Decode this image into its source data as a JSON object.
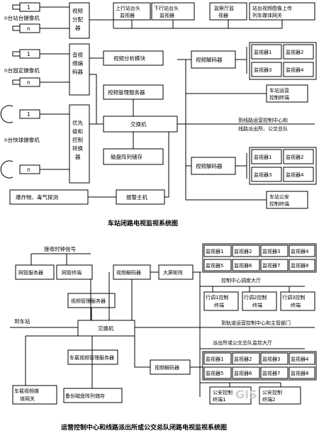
{
  "d1": {
    "cam_num": "1",
    "cam_n": "n",
    "cam_group_station": "n台站台摄像机",
    "cam_group_fixed": "n台固定摄像机",
    "cam_group_dome": "n台快球摄像机",
    "video_distributor": "视频分配器",
    "av_encoder": "音视频编码器",
    "priority_switch": "优先级和控制转换器",
    "monitor_up": "上行站台头监视器",
    "monitor_down": "下行站台头监视器",
    "monitor_hall": "监察厅监视器",
    "upload": "站台视频图像上传列车媒体网关",
    "analysis": "视频分析模块",
    "mgmt_server": "视频管理服务器",
    "switch": "交换机",
    "disk_array": "磁盘阵列储存",
    "alarm_host": "报警主机",
    "detector": "爆炸物、毒气探测",
    "decoder": "视频解码器",
    "monitors": [
      "监视器1",
      "监视器2",
      "监视器3",
      "监视器4"
    ],
    "ops_terminal": "车站运营控制终端",
    "security_terminal": "车站公安控制终端",
    "to_center": "到线路运营控制中心和线路派出所、公交总队",
    "title": "车站闭路电视监视系统图"
  },
  "d2": {
    "clock_signal": "接收时钟信号",
    "net_server": "网管服务器",
    "net_terminal": "网管终端",
    "decoder": "视频解码器",
    "matrix": "大屏矩阵",
    "monitors_top": [
      "监视器1",
      "监视器2",
      "监视器3",
      "监视器4",
      "监视器5",
      "监视器6",
      "监视器7",
      "监视器8"
    ],
    "dispatch_hall": "控制中心调度大厅",
    "dispatch_terminals": [
      "行调1控制终端",
      "行调2控制终端",
      "行调3控制终端"
    ],
    "mgmt_server": "视频管理服务器",
    "to_station": "到车站",
    "switch": "交换机",
    "to_center": "到轨道运营控制中心和主管部门",
    "police_hall": "派出所或公交总队监控大厅",
    "vehicle_server": "车载视频管理服务器",
    "decoder2": "视频解码器",
    "monitors_bottom": [
      "监视器1",
      "监视器2",
      "监视器3",
      "监视器4",
      "监视器5",
      "监视器6",
      "监视器7",
      "监视器8"
    ],
    "vehicle_gateway": "车载视频媒体网关",
    "backup_disk": "备份磁盘阵列储存",
    "security_terminals": [
      "公安控制终端1",
      "公安控制终端2"
    ],
    "title": "运营控制中心和线路派出所或公交总队闭路电视监视系统图"
  }
}
